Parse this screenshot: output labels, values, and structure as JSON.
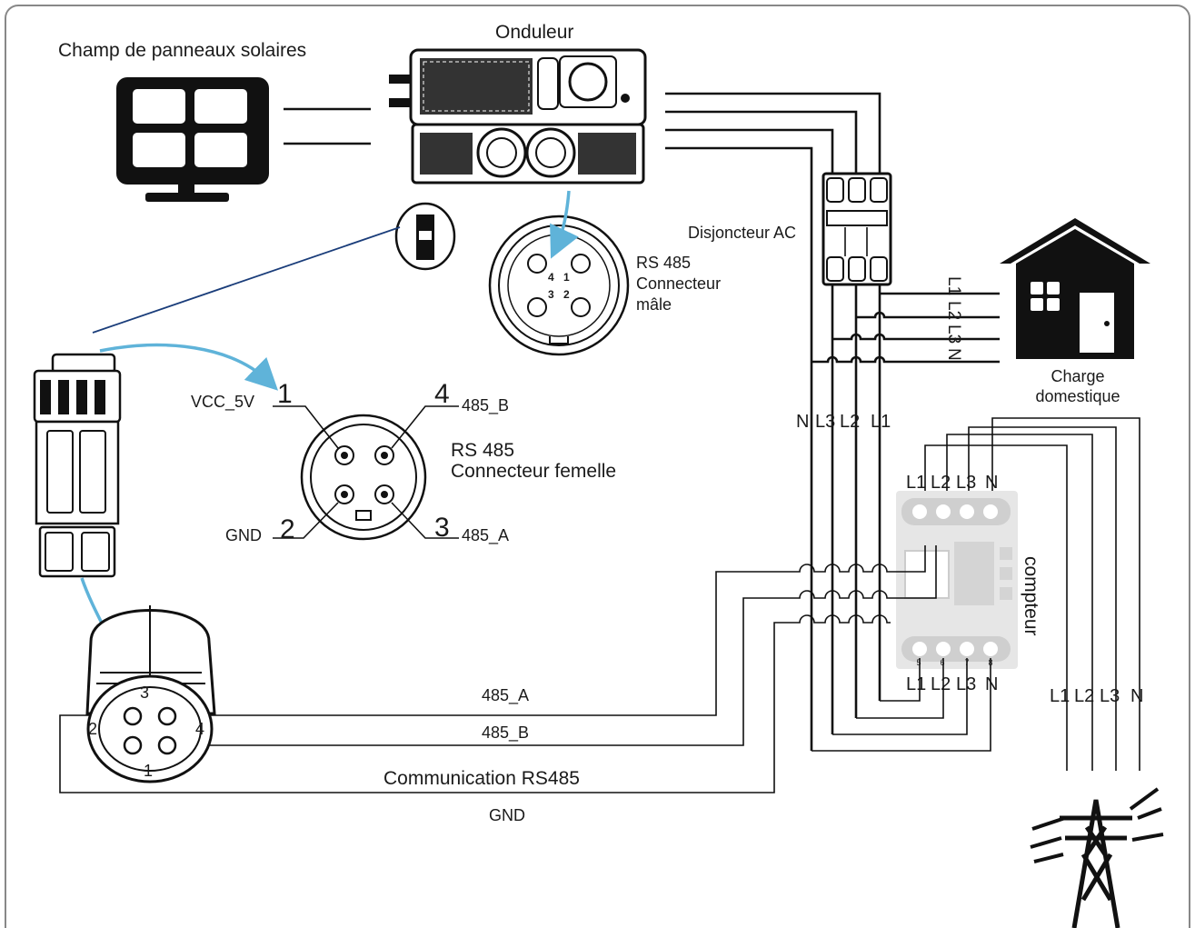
{
  "labels": {
    "solar_array": "Champ de panneaux solaires",
    "inverter": "Onduleur",
    "ac_breaker": "Disjoncteur AC",
    "rs485_male_title": "RS 485",
    "rs485_male_sub1": "Connecteur",
    "rs485_male_sub2": "mâle",
    "male_pins": [
      "4",
      "1",
      "3",
      "2"
    ],
    "rs485_female_title": "RS 485",
    "rs485_female_sub": "Connecteur femelle",
    "pin1_num": "1",
    "pin1_name": "VCC_5V",
    "pin2_num": "2",
    "pin2_name": "GND",
    "pin3_num": "3",
    "pin3_name": "485_A",
    "pin4_num": "4",
    "pin4_name": "485_B",
    "house_load_1": "Charge",
    "house_load_2": "domestique",
    "house_phases": [
      "L1",
      "L2",
      "L3",
      "N"
    ],
    "bus_phases": [
      "N",
      "L3",
      "L2",
      "L1"
    ],
    "meter_top_phases": [
      "L1",
      "L2",
      "L3",
      "N"
    ],
    "meter_bottom_phases": [
      "L1",
      "L2",
      "L3",
      "N"
    ],
    "meter_terminals": [
      "5",
      "6",
      "7",
      "8"
    ],
    "meter": "compteur",
    "grid_phases": [
      "L1",
      "L2",
      "L3",
      "N"
    ],
    "plug_pins": [
      "3",
      "2",
      "4",
      "1"
    ],
    "wire_485a": "485_A",
    "wire_485b": "485_B",
    "comm": "Communication RS485",
    "wire_gnd": "GND"
  },
  "colors": {
    "line": "#111111",
    "arrow": "#5fb3d9",
    "meter_body": "#e6e6e6",
    "frame": "#888888"
  }
}
